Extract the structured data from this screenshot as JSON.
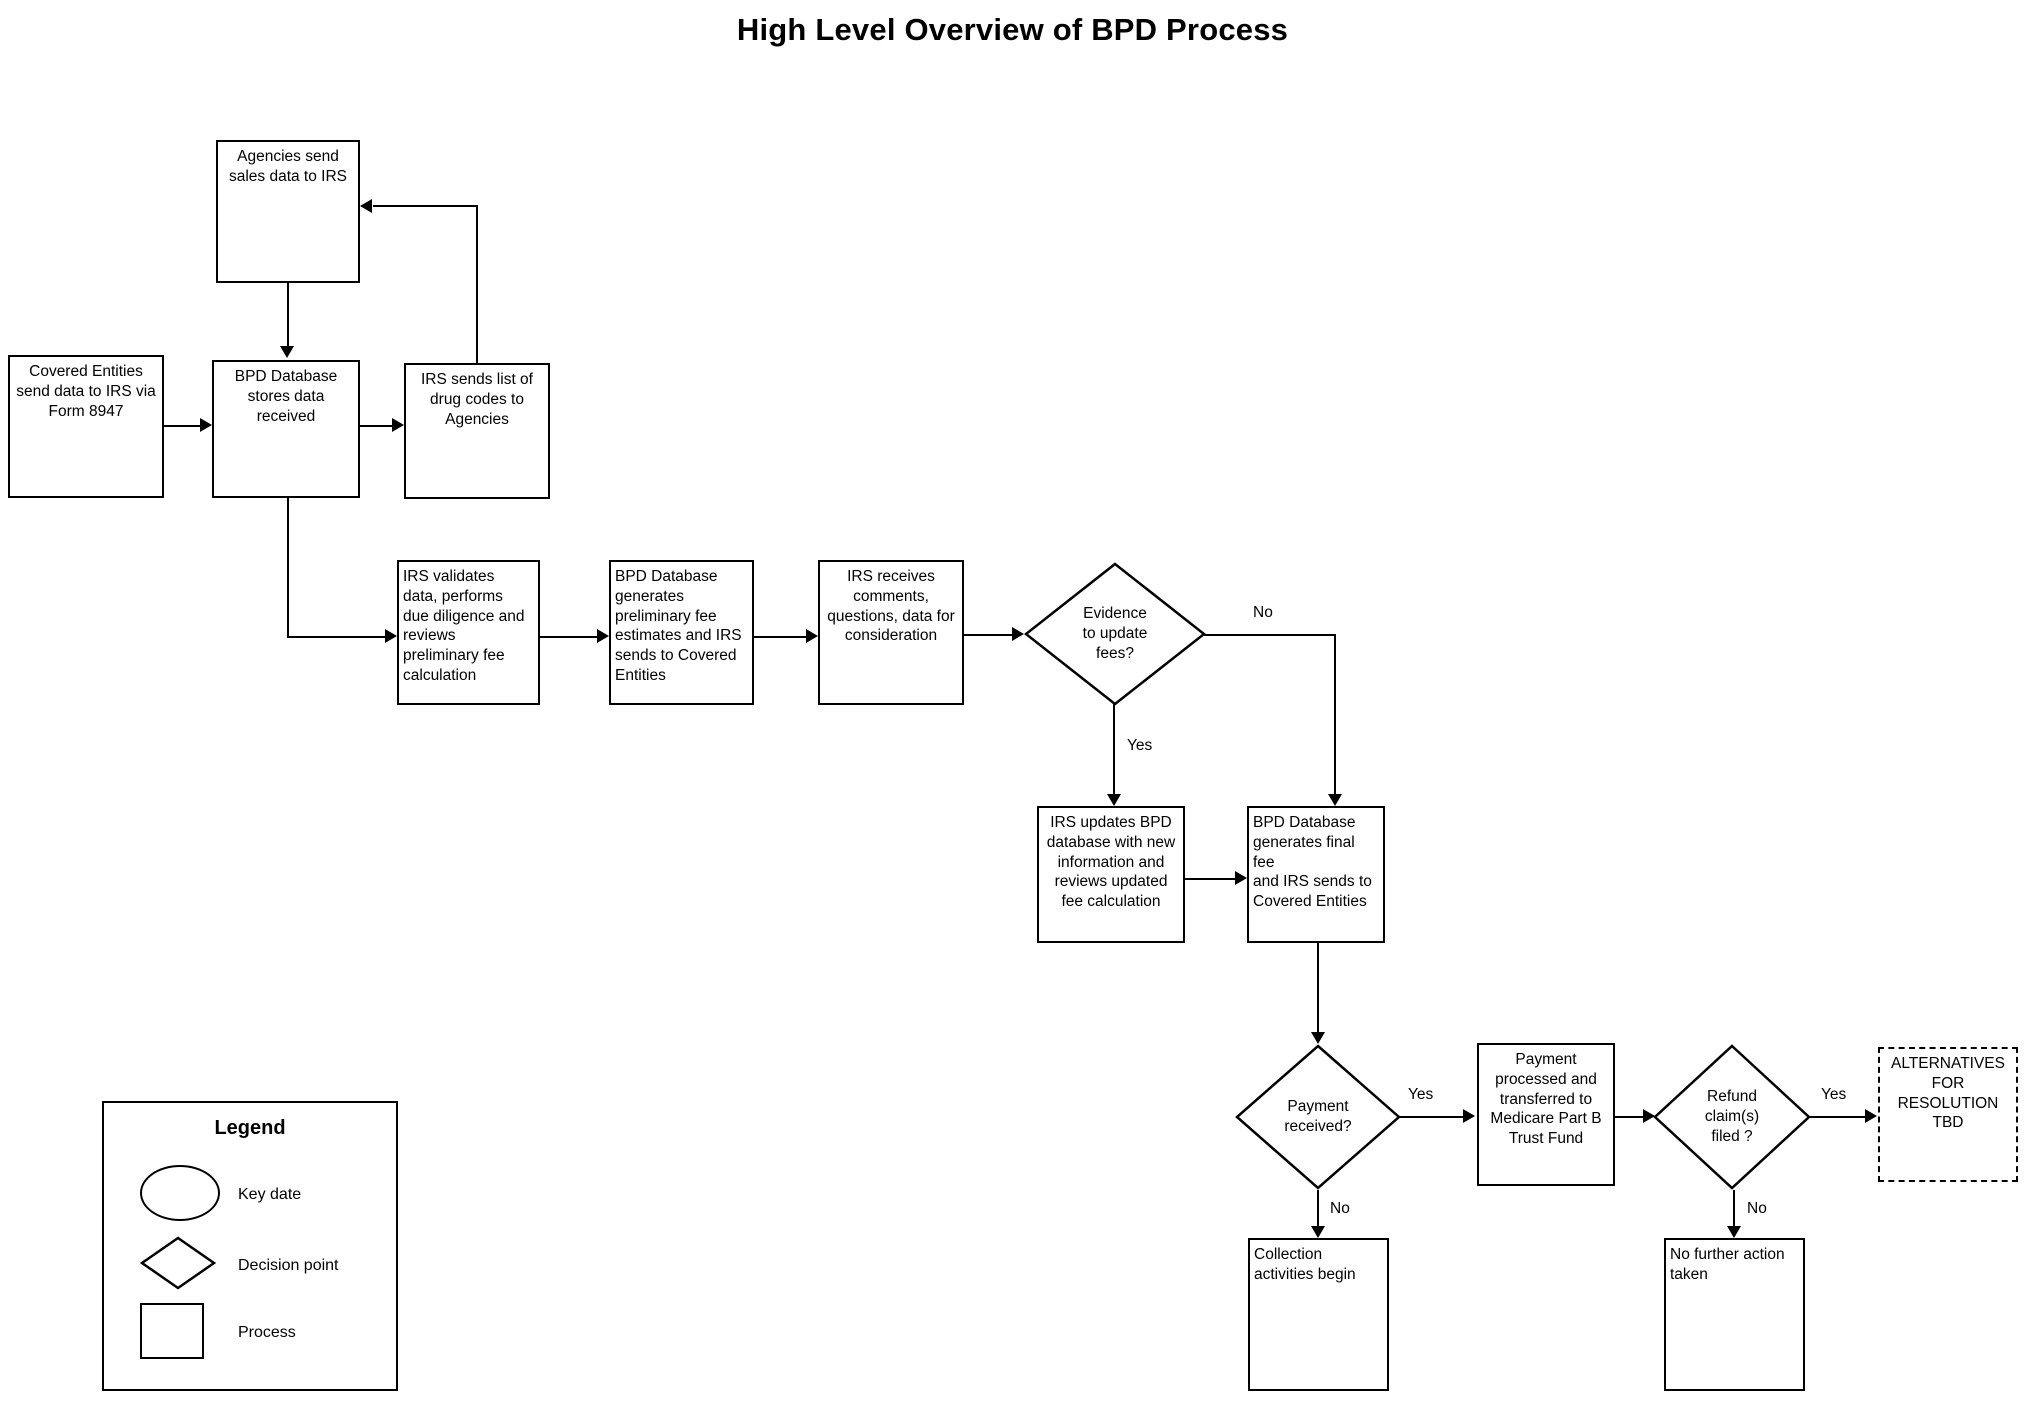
{
  "title": "High Level Overview of BPD Process",
  "nodes": {
    "agencies_send": "Agencies send\nsales data to IRS",
    "covered_entities": "Covered Entities\nsend data to IRS via\nForm 8947",
    "bpd_stores": "BPD Database\nstores data\nreceived",
    "irs_drug_codes": "IRS sends list of\ndrug codes to\nAgencies",
    "irs_validates": "IRS validates\ndata, performs\ndue diligence and\nreviews\npreliminary fee\ncalculation",
    "bpd_prelim": "BPD Database\ngenerates\npreliminary fee\nestimates and IRS\nsends to Covered\nEntities",
    "irs_receives": "IRS receives\ncomments,\nquestions, data for\nconsideration",
    "evidence_decision": "Evidence\nto update\nfees?",
    "irs_updates": "IRS updates BPD\ndatabase with new\ninformation and\nreviews updated\nfee calculation",
    "bpd_final": "BPD Database\ngenerates final\nfee\nand IRS sends to\nCovered Entities",
    "payment_decision": "Payment\nreceived?",
    "payment_processed": "Payment\nprocessed and\ntransferred to\nMedicare Part B\nTrust Fund",
    "refund_decision": "Refund\nclaim(s)\nfiled ?",
    "alternatives": "ALTERNATIVES\nFOR\nRESOLUTION\nTBD",
    "collection": "Collection\nactivities begin",
    "no_further_action": "No further action\ntaken"
  },
  "edge_labels": {
    "evidence_no": "No",
    "evidence_yes": "Yes",
    "payment_yes": "Yes",
    "payment_no": "No",
    "refund_yes": "Yes",
    "refund_no": "No"
  },
  "legend": {
    "title": "Legend",
    "items": [
      {
        "shape": "ellipse",
        "label": "Key date"
      },
      {
        "shape": "diamond",
        "label": "Decision point"
      },
      {
        "shape": "rectangle",
        "label": "Process"
      }
    ]
  },
  "colors": {
    "stroke": "#000000",
    "background": "#ffffff",
    "text": "#000000"
  }
}
